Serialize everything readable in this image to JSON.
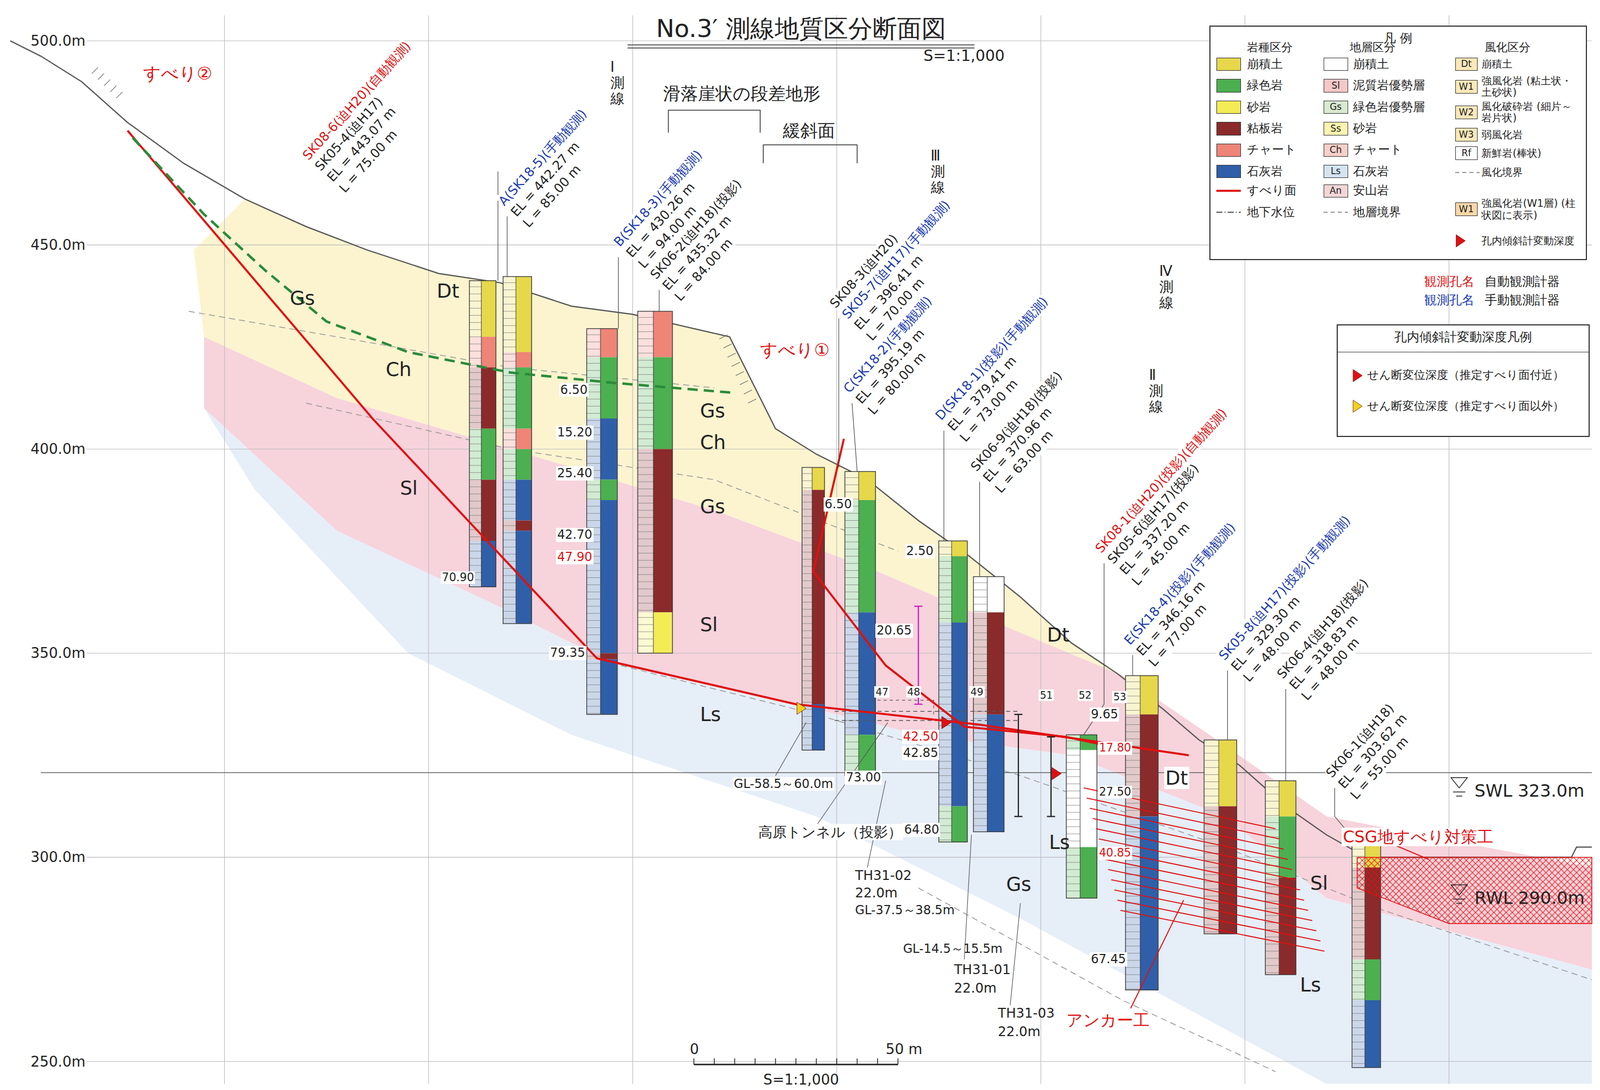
{
  "diagram": {
    "title": "No.3′ 測線地質区分断面図",
    "nodes": [
      {
        "text": [
          "凡 例"
        ]
      },
      {
        "text": [
          "孔内傾斜計変動深度凡例"
        ]
      }
    ],
    "labels": [
      "S=1:1,000",
      "500.0m",
      "450.0m",
      "400.0m",
      "350.0m",
      "300.0m",
      "250.0m",
      "すべり②",
      "すべり①",
      "滑落崖状の段差地形",
      "緩斜面",
      "Ⅰ測線",
      "Ⅲ測線",
      "Ⅳ測線",
      "Ⅱ測線",
      "Dt",
      "Gs",
      "Ch",
      "Sl",
      "Gs",
      "Ch",
      "Gs",
      "Sl",
      "Ls",
      "Dt",
      "Dt",
      "Ls",
      "Gs",
      "Sl",
      "Ls",
      "6.50",
      "15.20",
      "25.40",
      "42.70",
      "47.90",
      "79.35",
      "70.90",
      "6.50",
      "2.50",
      "20.65",
      "42.50",
      "42.85",
      "73.00",
      "64.80",
      "9.65",
      "17.80",
      "27.50",
      "40.85",
      "67.45",
      "47",
      "48",
      "49",
      "51",
      "52",
      "53",
      "GL-58.5～60.0m",
      "高原トンネル（投影）",
      "TH31-02",
      "22.0m",
      "GL-37.5～38.5m",
      "GL-14.5～15.5m",
      "TH31-01",
      "22.0m",
      "TH31-03",
      "22.0m",
      "SWL 323.0m",
      "RWL 290.0m",
      "CSG地すべり対策工",
      "アンカー工",
      "0",
      "50 m",
      "S=1:1,000",
      "岩種区分",
      "地層区分",
      "風化区分",
      "Sl",
      "Gs",
      "Ss",
      "Ch",
      "Ls",
      "An",
      "Dt",
      "W1",
      "W2",
      "W3",
      "Rf",
      "W1",
      "観測孔名",
      "自動観測計器",
      "観測孔名",
      "手動観測計器",
      "SK08-6(迫H20)(自動観測)",
      "SK05-4(迫H17)",
      "EL = 443.07 m",
      "L = 75.00 m",
      "A(SK18-5)(手動観測)",
      "EL = 442.27 m",
      "L = 85.00 m",
      "B(SK18-3)(手動観測)",
      "EL = 430.26 m",
      "L = 94.00 m",
      "SK06-2(迫H18)(投影)",
      "EL = 435.32 m",
      "L = 84.00 m",
      "SK08-3(迫H20)",
      "SK05-7(迫H17)(手動観測)",
      "EL = 396.41 m",
      "L = 70.00 m",
      "C(SK18-2)(手動観測)",
      "EL = 395.19 m",
      "L = 80.00 m",
      "D(SK18-1)(投影)(手動観測)",
      "EL = 379.41 m",
      "L = 73.00 m",
      "SK06-9(迫H18)(投影)",
      "EL = 370.96 m",
      "L = 63.00 m",
      "SK08-1(迫H20)(投影)(自動観測)",
      "SK05-6(迫H17)(投影)",
      "EL = 337.20 m",
      "L = 45.00 m",
      "E(SK18-4)(投影)(手動観測)",
      "EL = 346.16 m",
      "L = 77.00 m",
      "SK05-8(迫H17)(投影)(手動観測)",
      "EL = 329.30 m",
      "L = 48.00 m",
      "SK06-4(迫H18)(投影)",
      "EL = 318.83 m",
      "L = 48.00 m",
      "SK06-1(迫H18)",
      "EL = 303.62 m",
      "L = 55.00 m"
    ],
    "legend": [
      {
        "text": "崩積土",
        "color": "#e6d84a"
      },
      {
        "text": "緑色岩",
        "color": "#4caf50"
      },
      {
        "text": "砂岩",
        "color": "#f3ec55"
      },
      {
        "text": "粘板岩",
        "color": "#8b2a2a"
      },
      {
        "text": "チャート",
        "color": "#ee8577"
      },
      {
        "text": "石灰岩",
        "color": "#2f5fa8"
      },
      {
        "text": "すべり面"
      },
      {
        "text": "地下水位"
      },
      {
        "text": "崩積土",
        "color": "#ffffff"
      },
      {
        "text": "泥質岩優勢層",
        "color": "#f4c8c8"
      },
      {
        "text": "緑色岩優勢層",
        "color": "#d8ead0"
      },
      {
        "text": "砂岩",
        "color": "#fbf3b0"
      },
      {
        "text": "チャート",
        "color": "#f6d0c8"
      },
      {
        "text": "石灰岩",
        "color": "#d6e4f2"
      },
      {
        "text": "安山岩",
        "color": "#f2d6d6"
      },
      {
        "text": "地層境界"
      },
      {
        "text": "崩積土",
        "color": "#fbe8b8"
      },
      {
        "text": "強風化岩 (粘土状・土砂状)",
        "color": "#fbe8b8"
      },
      {
        "text": "風化破砕岩 (細片～岩片状)",
        "color": "#fbe8b8"
      },
      {
        "text": "弱風化岩",
        "color": "#fbe8b8"
      },
      {
        "text": "新鮮岩(棒状)",
        "color": "#ffffff"
      },
      {
        "text": "風化境界"
      },
      {
        "text": "強風化岩(W1層) (柱状図に表示)",
        "color": "#f8d8a8"
      },
      {
        "text": "孔内傾斜計変動深度"
      },
      {
        "text": "せん断変位深度（推定すべり面付近）"
      },
      {
        "text": "せん断変位深度（推定すべり面以外）"
      }
    ]
  }
}
